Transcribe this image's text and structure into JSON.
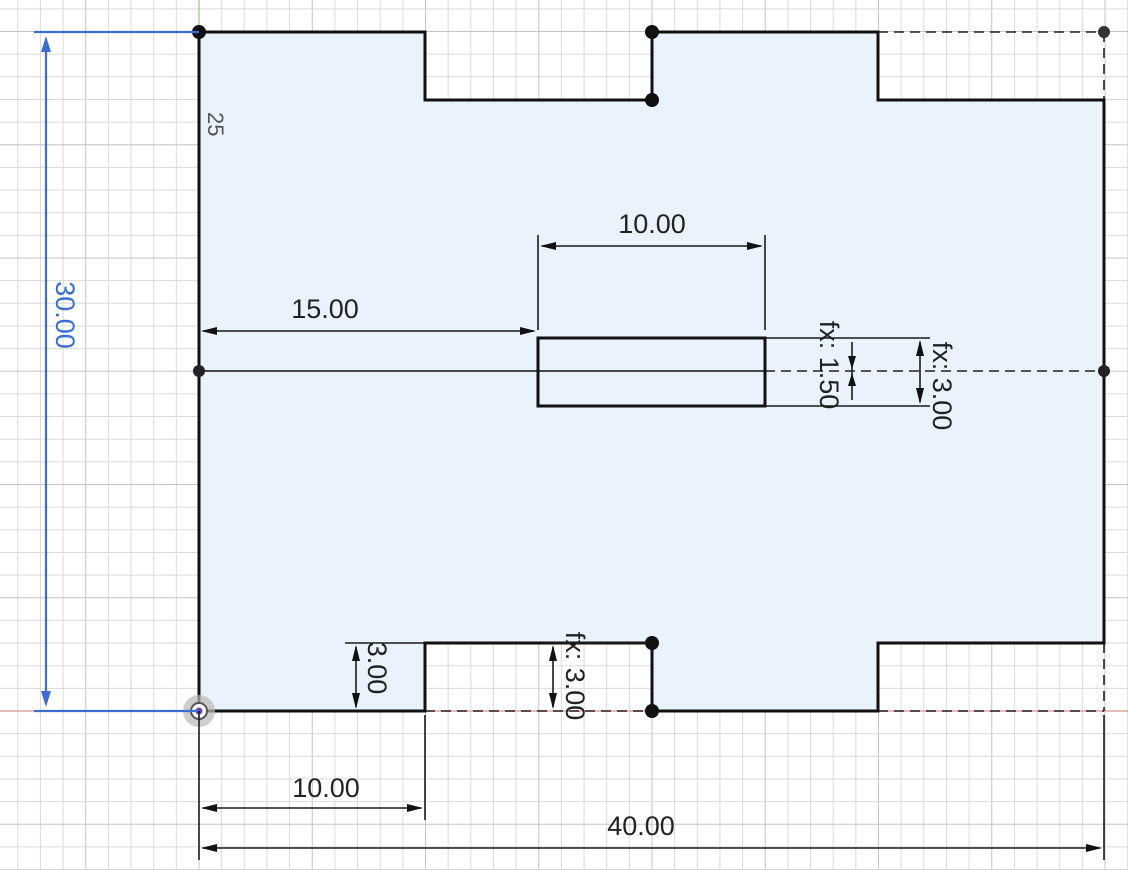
{
  "sketch": {
    "profile_fill": "#eaf3fc",
    "accent_blue": "#3a6fd0",
    "axis_x_color": "#e2a3a3",
    "axis_y_color": "#9fd49f",
    "origin_icon": "origin-point-icon",
    "dimensions": {
      "overall_height": "30.00",
      "overall_width": "40.00",
      "slot_offset_x": "15.00",
      "slot_width": "10.00",
      "slot_half_height": "fx: 1.50",
      "slot_height": "fx: 3.00",
      "notch_depth": "3.00",
      "notch_depth_fx": "fx: 3.00",
      "notch_offset_x": "10.00"
    },
    "rotated_label": "25"
  }
}
